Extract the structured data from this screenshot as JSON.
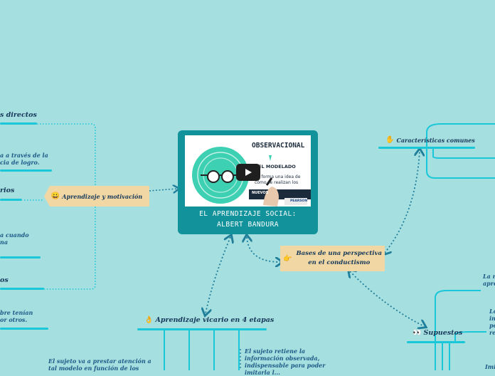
{
  "center": {
    "title_line1": "EL APRENDIZAJE SOCIAL:",
    "title_line2": "ALBERT BANDURA",
    "thumbnail": {
      "heading": "OBSERVACIONAL",
      "subheading": "EL MODELADO",
      "line1": "Se forma una idea de",
      "line2": "cómo se realizan los",
      "badge": "NUEVOS",
      "brand": "PEARSON",
      "play_icon": "play-icon"
    }
  },
  "nodes": {
    "motivation": {
      "label": "Aprendizaje y motivación",
      "emoji": "😀"
    },
    "bases": {
      "label_line1": "Bases de una perspectiva",
      "label_line2": "en  el conductismo",
      "emoji": "👉"
    },
    "vicario": {
      "label": "Aprendizaje vicario en 4 etapas",
      "emoji": "👌"
    },
    "caracteristicas": {
      "label": "Características comunes",
      "emoji": "✋"
    },
    "supuestos": {
      "label": "Supuestos",
      "emoji": "👀"
    }
  },
  "left_items": {
    "directos": "s directos",
    "directos_note_1": "a a través de la",
    "directos_note_2": "cia de logro.",
    "rios": "rios",
    "rios_note_1": "a cuando",
    "rios_note_2": "na",
    "os": "os",
    "os_note_1": "bre tenían",
    "os_note_2": "or otros."
  },
  "bottom_notes": {
    "atencion_1": "El sujeto va a prestar atención a",
    "atencion_2": "tal  modelo en función de los",
    "retencion_1": "El sujeto retiene la",
    "retencion_2": "información observada,",
    "retencion_3": "indispensable para poder",
    "retencion_4": "imitarla l..."
  },
  "right_notes": {
    "a_1": "La m",
    "a_2": "apre",
    "b_1": "Lo",
    "b_2": "in",
    "b_3": "po",
    "b_4": "re",
    "c_1": "Imi"
  },
  "colors": {
    "background": "#a6dfe0",
    "center_box": "#12929b",
    "node": "#f0d7a4",
    "bar": "#19c7d8",
    "connector": "#1f7e9a"
  }
}
